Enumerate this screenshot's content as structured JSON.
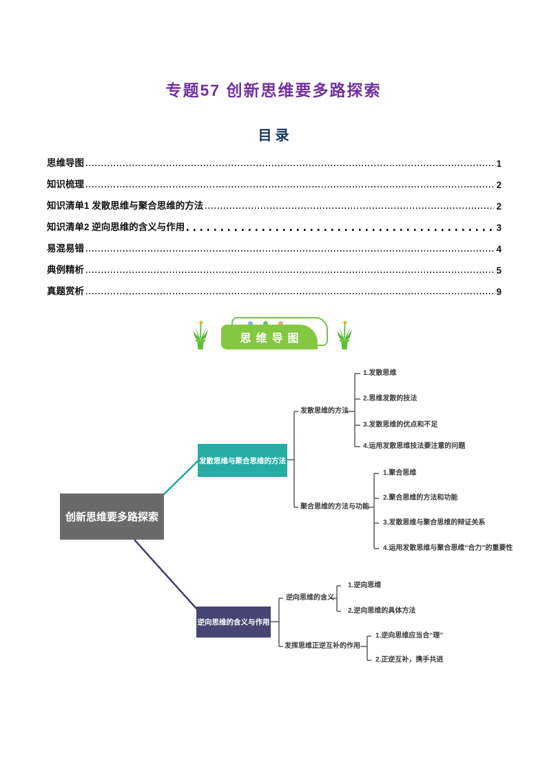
{
  "page": {
    "title": "专题57 创新思维要多路探索",
    "toc_heading": "目录"
  },
  "toc": {
    "entries": [
      {
        "label": "思维导图",
        "page": "1",
        "leader_class": "fine"
      },
      {
        "label": "知识梳理",
        "page": "2",
        "leader_class": "fine"
      },
      {
        "label": "知识清单1 发散思维与聚合思维的方法",
        "page": "2",
        "leader_class": "fine"
      },
      {
        "label": "知识清单2 逆向思维的含义与作用",
        "page": "3",
        "leader_class": "sparse"
      },
      {
        "label": "易混易错",
        "page": "4",
        "leader_class": "fine"
      },
      {
        "label": "典例精析",
        "page": "5",
        "leader_class": "fine"
      },
      {
        "label": "真题赏析",
        "page": "9",
        "leader_class": "fine"
      }
    ]
  },
  "banner": {
    "label": "思维导图"
  },
  "mindmap": {
    "root": "创新思维要多路探索",
    "branch1": {
      "label": "发散思维与聚合思维的方法",
      "sub1": {
        "label": "发散思维的方法",
        "items": [
          "1.发散思维",
          "2.思维发散的技法",
          "3.发散思维的优点和不足",
          "4.运用发散思维技法要注意的问题"
        ]
      },
      "sub2": {
        "label": "聚合思维的方法与功能",
        "items": [
          "1.聚合思维",
          "2.聚合思维的方法和功能",
          "3.发散思维与聚合思维的辩证关系",
          "4.运用发散思维与聚合思维“合力”的重要性"
        ]
      }
    },
    "branch2": {
      "label": "逆向思维的含义与作用",
      "sub1": {
        "label": "逆向思维的含义",
        "items": [
          "1.逆向思维",
          "2.逆向思维的具体方法"
        ]
      },
      "sub2": {
        "label": "发挥思维正逆互补的作用",
        "items": [
          "1.逆向思维应当合“理”",
          "2.正逆互补，携手共进"
        ]
      }
    }
  },
  "colors": {
    "title_purple": "#7030A0",
    "toc_heading_navy": "#17365D",
    "banner_green": "#84C841",
    "root_gray": "#6A6A6A",
    "branch1_teal": "#27ADA5",
    "branch2_navy": "#474573",
    "teal_line": "#1BA89F",
    "navy_line": "#3E3E6E",
    "bracket_gray": "#58595B"
  }
}
